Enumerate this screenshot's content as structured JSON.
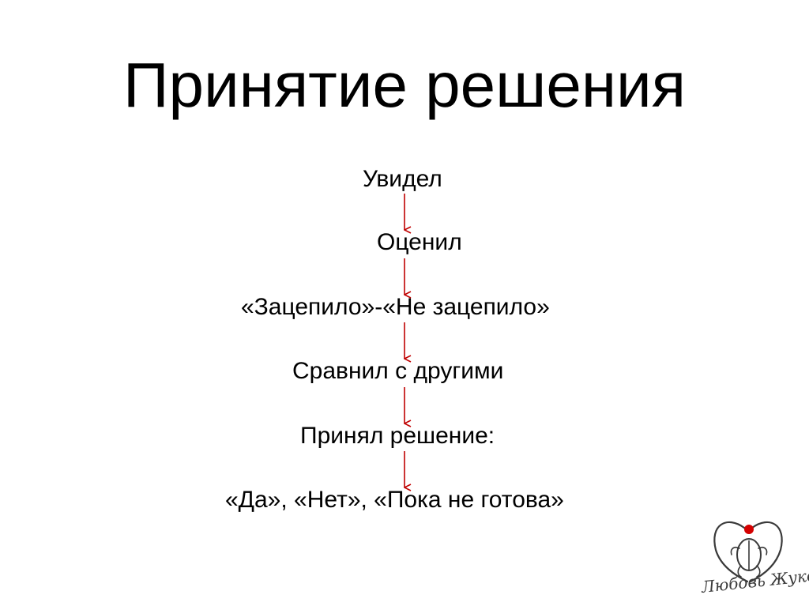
{
  "slide": {
    "title": "Принятие решения"
  },
  "flow": {
    "steps": [
      "Увидел",
      "Оценил",
      "«Зацепило»-«Не зацепило»",
      "Сравнил с другими",
      "Принял решение:",
      "«Да», «Нет», «Пока не готова»"
    ],
    "arrow_color": "#c00000"
  },
  "logo": {
    "signature": "Любовь Жукова",
    "dot_color": "#d40000"
  }
}
